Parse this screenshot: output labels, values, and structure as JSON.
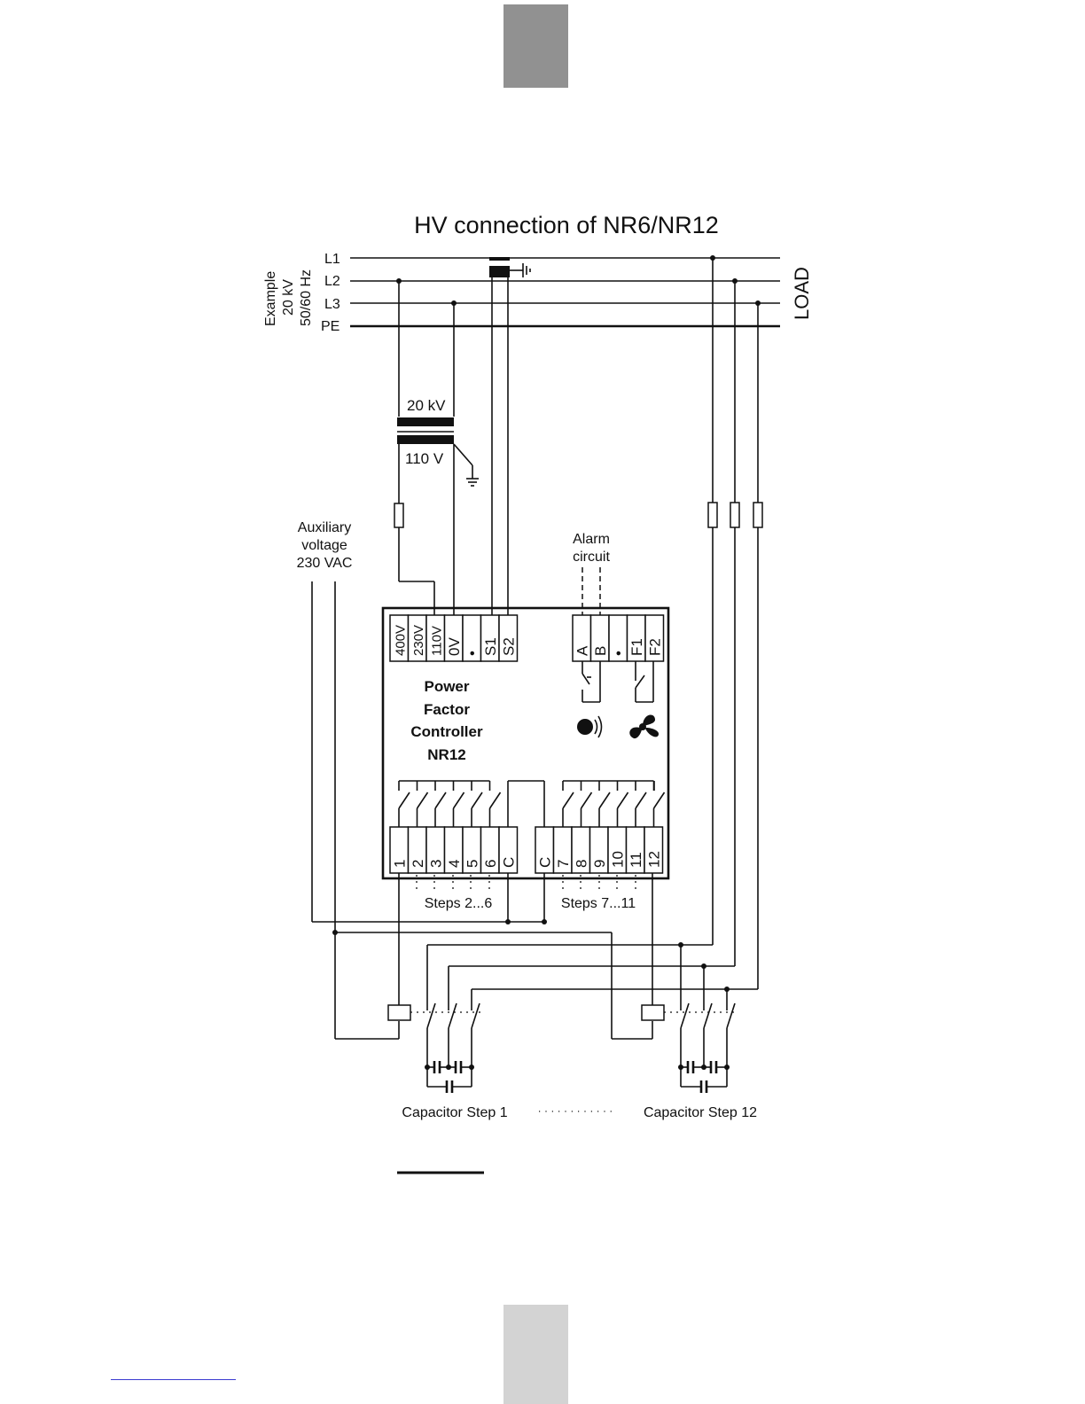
{
  "title": "HV connection of NR6/NR12",
  "supply": {
    "example_lines": [
      "Example",
      "20 kV",
      "50/60 Hz"
    ],
    "lines": [
      "L1",
      "L2",
      "L3",
      "PE"
    ],
    "load_label": "LOAD"
  },
  "transformer": {
    "primary": "20 kV",
    "secondary": "110 V"
  },
  "auxiliary": [
    "Auxiliary",
    "voltage",
    "230 VAC"
  ],
  "alarm": [
    "Alarm",
    "circuit"
  ],
  "controller": {
    "name_lines": [
      "Power",
      "Factor",
      "Controller",
      "NR12"
    ],
    "top_terminals_left": [
      "400V",
      "230V",
      "110V",
      "0V",
      "•",
      "S1",
      "S2"
    ],
    "top_terminals_right": [
      "A",
      "B",
      "•",
      "F1",
      "F2"
    ],
    "bottom_terminals_left": [
      "1",
      "2",
      "3",
      "4",
      "5",
      "6",
      "C"
    ],
    "bottom_terminals_right": [
      "C",
      "7",
      "8",
      "9",
      "10",
      "11",
      "12"
    ]
  },
  "steps": {
    "left": "Steps 2...6",
    "right": "Steps 7...11"
  },
  "capacitors": {
    "first": "Capacitor Step 1",
    "dots": "· · · · · · · · · · · ·",
    "last": "Capacitor Step 12"
  }
}
